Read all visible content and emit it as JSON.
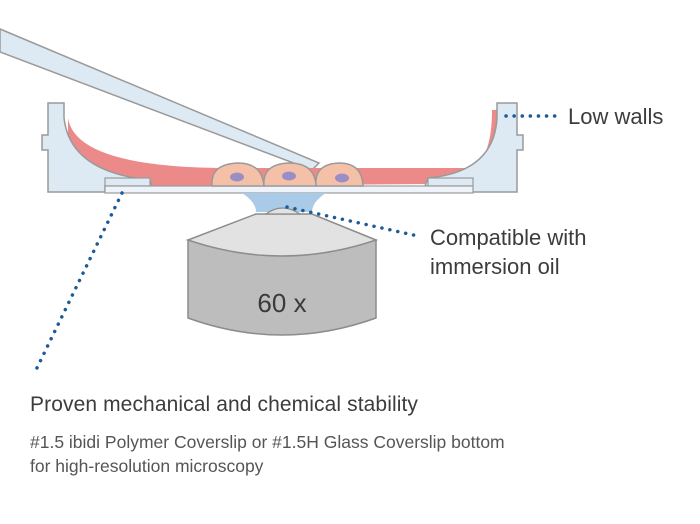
{
  "labels": {
    "low_walls": "Low walls",
    "immersion_line1": "Compatible with",
    "immersion_line2": "immersion oil",
    "objective": "60 x"
  },
  "caption": {
    "title": "Proven mechanical and chemical stability",
    "desc_line1": "#1.5 ibidi Polymer Coverslip or #1.5H Glass Coverslip bottom",
    "desc_line2": "for high-resolution microscopy"
  },
  "colors": {
    "dish_fill": "#ddeaf4",
    "dish_stroke": "#9a9a9a",
    "medium": "#ec8a8a",
    "cell_fill": "#f5c0a8",
    "nucleus": "#9a8fc4",
    "oil": "#a9cbe8",
    "objective_side": "#bdbdbd",
    "objective_top": "#e2e2e2",
    "leader_dots": "#1c5b97",
    "text": "#3c3c3c"
  }
}
